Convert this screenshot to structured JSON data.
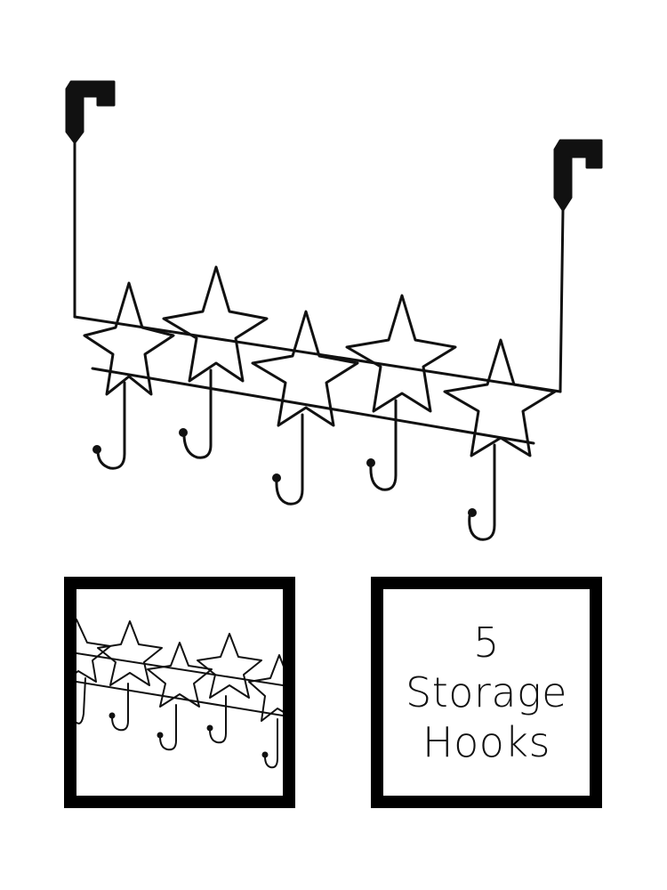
{
  "product": {
    "feature_lines": [
      "5",
      "Storage",
      "Hooks"
    ]
  },
  "colors": {
    "wire": "#111111",
    "frame": "#000000",
    "background": "#ffffff"
  }
}
